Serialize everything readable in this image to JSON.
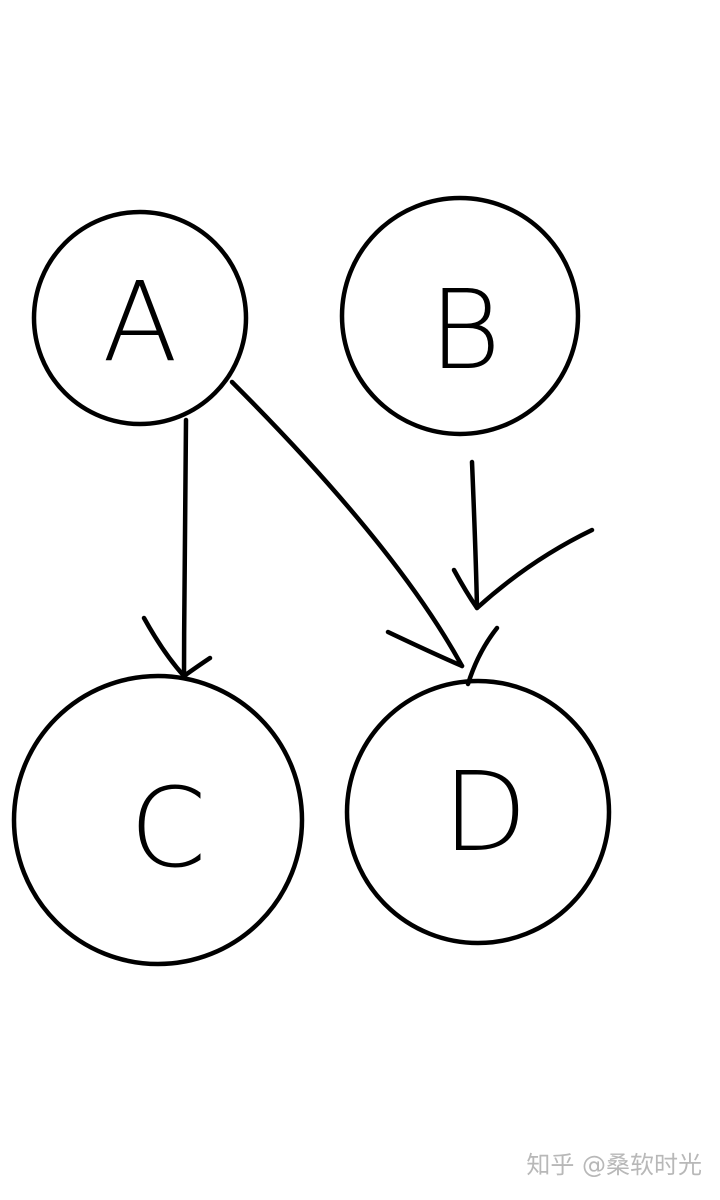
{
  "diagram": {
    "colors": {
      "stroke": "#000000",
      "background": "#ffffff",
      "watermark": "#b8b8b8"
    },
    "nodes": [
      {
        "id": "A",
        "label": "A"
      },
      {
        "id": "B",
        "label": "B"
      },
      {
        "id": "C",
        "label": "C"
      },
      {
        "id": "D",
        "label": "D"
      }
    ],
    "edges": [
      {
        "from": "A",
        "to": "C"
      },
      {
        "from": "A",
        "to": "D"
      },
      {
        "from": "B",
        "to": "D"
      }
    ]
  },
  "watermark": {
    "text": "知乎 @桑软时光"
  }
}
